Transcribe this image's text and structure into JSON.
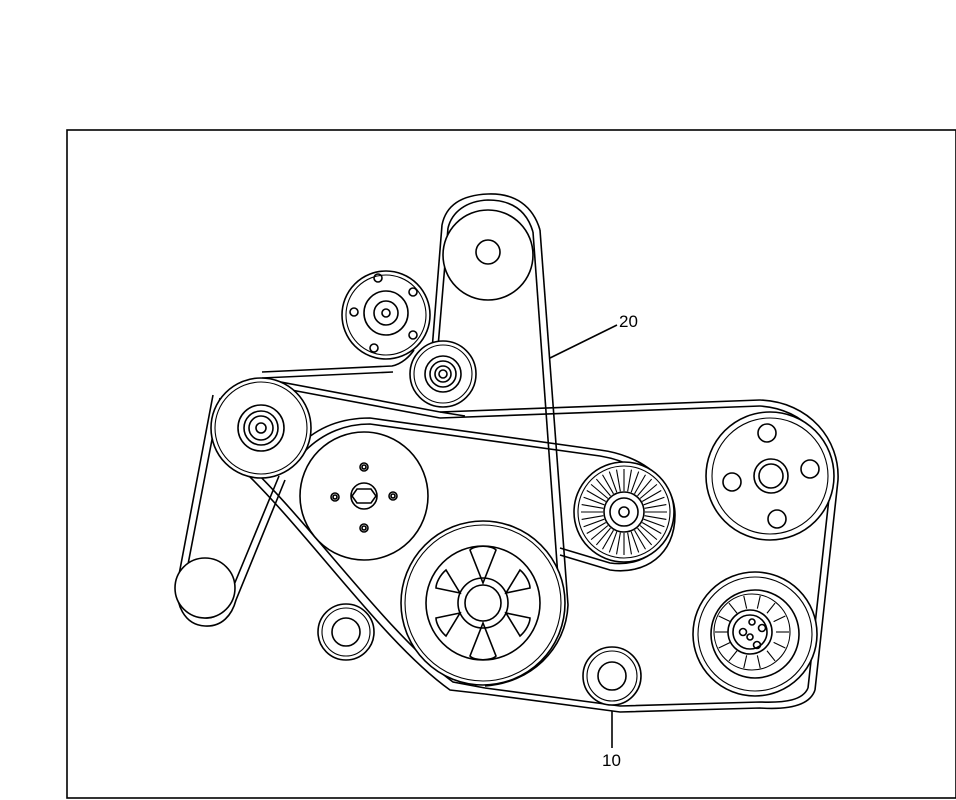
{
  "diagram": {
    "callouts": [
      {
        "id": "belt-20",
        "text": "20"
      },
      {
        "id": "belt-10",
        "text": "10"
      }
    ],
    "colors": {
      "line": "#000000",
      "background": "#ffffff"
    }
  }
}
